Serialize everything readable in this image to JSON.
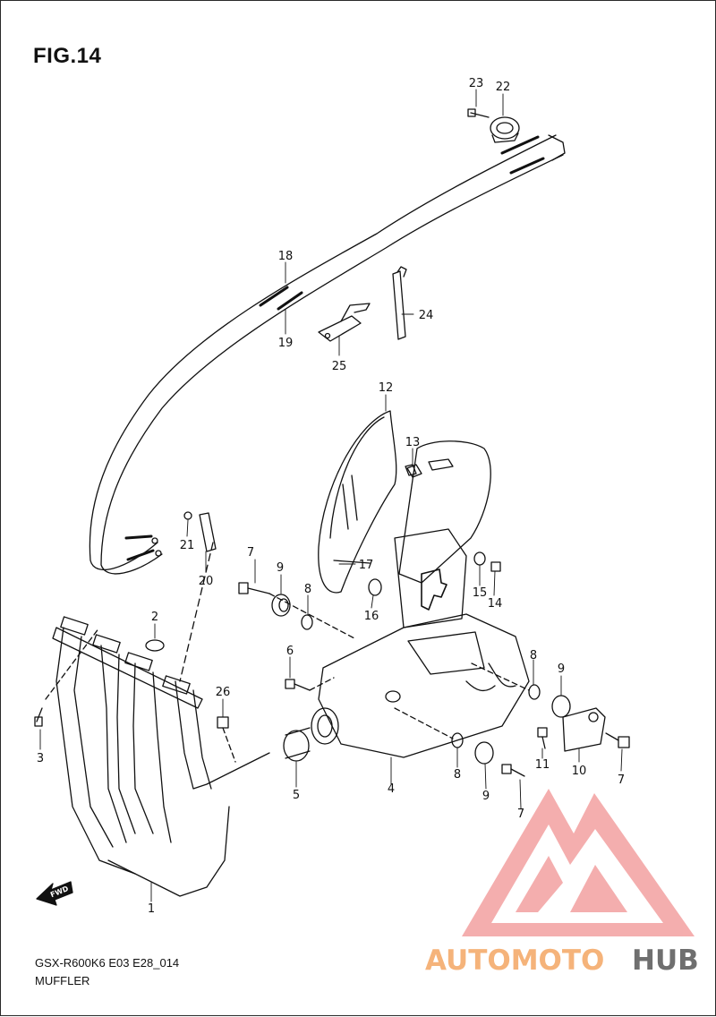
{
  "figure": {
    "title": "FIG.14",
    "model_code": "GSX-R600K6 E03 E28_014",
    "section_name": "MUFFLER"
  },
  "callouts": {
    "p1": "1",
    "p2": "2",
    "p3": "3",
    "p4": "4",
    "p5": "5",
    "p6": "6",
    "p7a": "7",
    "p7b": "7",
    "p7c": "7",
    "p8a": "8",
    "p8b": "8",
    "p8c": "8",
    "p9a": "9",
    "p9b": "9",
    "p9c": "9",
    "p10": "10",
    "p11": "11",
    "p12": "12",
    "p13": "13",
    "p14": "14",
    "p15": "15",
    "p16": "16",
    "p17": "17",
    "p18": "18",
    "p19": "19",
    "p20": "20",
    "p21": "21",
    "p22": "22",
    "p23": "23",
    "p24": "24",
    "p25": "25",
    "p26": "26"
  },
  "direction_badge": "FWD",
  "watermark": {
    "part1": "AUTOMOTO",
    "part2": "HUB",
    "color_primary": "#f08a8a",
    "color_accent": "#f5b37a",
    "color_dark": "#6f6f6f"
  }
}
